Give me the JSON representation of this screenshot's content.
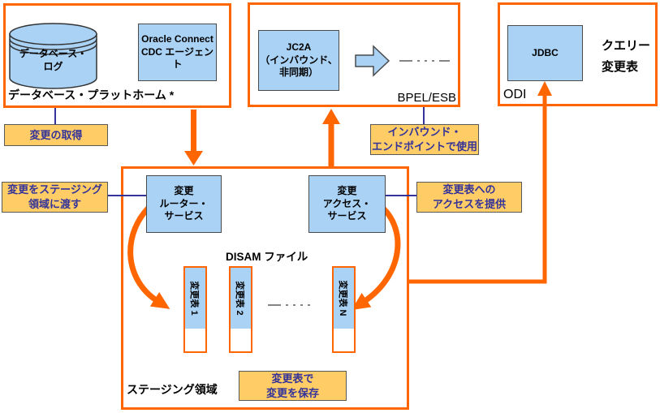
{
  "colors": {
    "orange": "#ff6600",
    "blue_fill": "#a9d2f5",
    "yellow_fill": "#ffcc66",
    "navy": "#333399",
    "box_border": "#4a4a4a",
    "yellow_border": "#595959",
    "dash_gray": "#858585"
  },
  "platform": {
    "label": "データベース・プラットホーム *",
    "db_log": [
      "データベース・",
      "ログ"
    ],
    "agent": [
      "Oracle Connect",
      "CDC エージェント"
    ]
  },
  "bpel": {
    "jca": [
      "JC2A",
      "（インバウンド、",
      "非同期）"
    ],
    "label": "BPEL/ESB"
  },
  "odi": {
    "jdbc": "JDBC",
    "query": [
      "クエリー",
      "変更表"
    ],
    "label": "ODI"
  },
  "staging": {
    "router": [
      "変更",
      "ルーター・",
      "サービス"
    ],
    "access": [
      "変更",
      "アクセス・",
      "サービス"
    ],
    "disam": "DISAM ファイル",
    "tables": [
      "変更表 1",
      "変更表 2",
      "変更表 N"
    ],
    "label": "ステージング領域",
    "save_note": [
      "変更表で",
      "変更を保存"
    ]
  },
  "callouts": {
    "capture": "変更の取得",
    "pass": [
      "変更をステージング",
      "領域に渡す"
    ],
    "inbound": [
      "インバウンド・",
      "エンドポイントで使用"
    ],
    "access": [
      "変更表への",
      "アクセスを提供"
    ]
  }
}
